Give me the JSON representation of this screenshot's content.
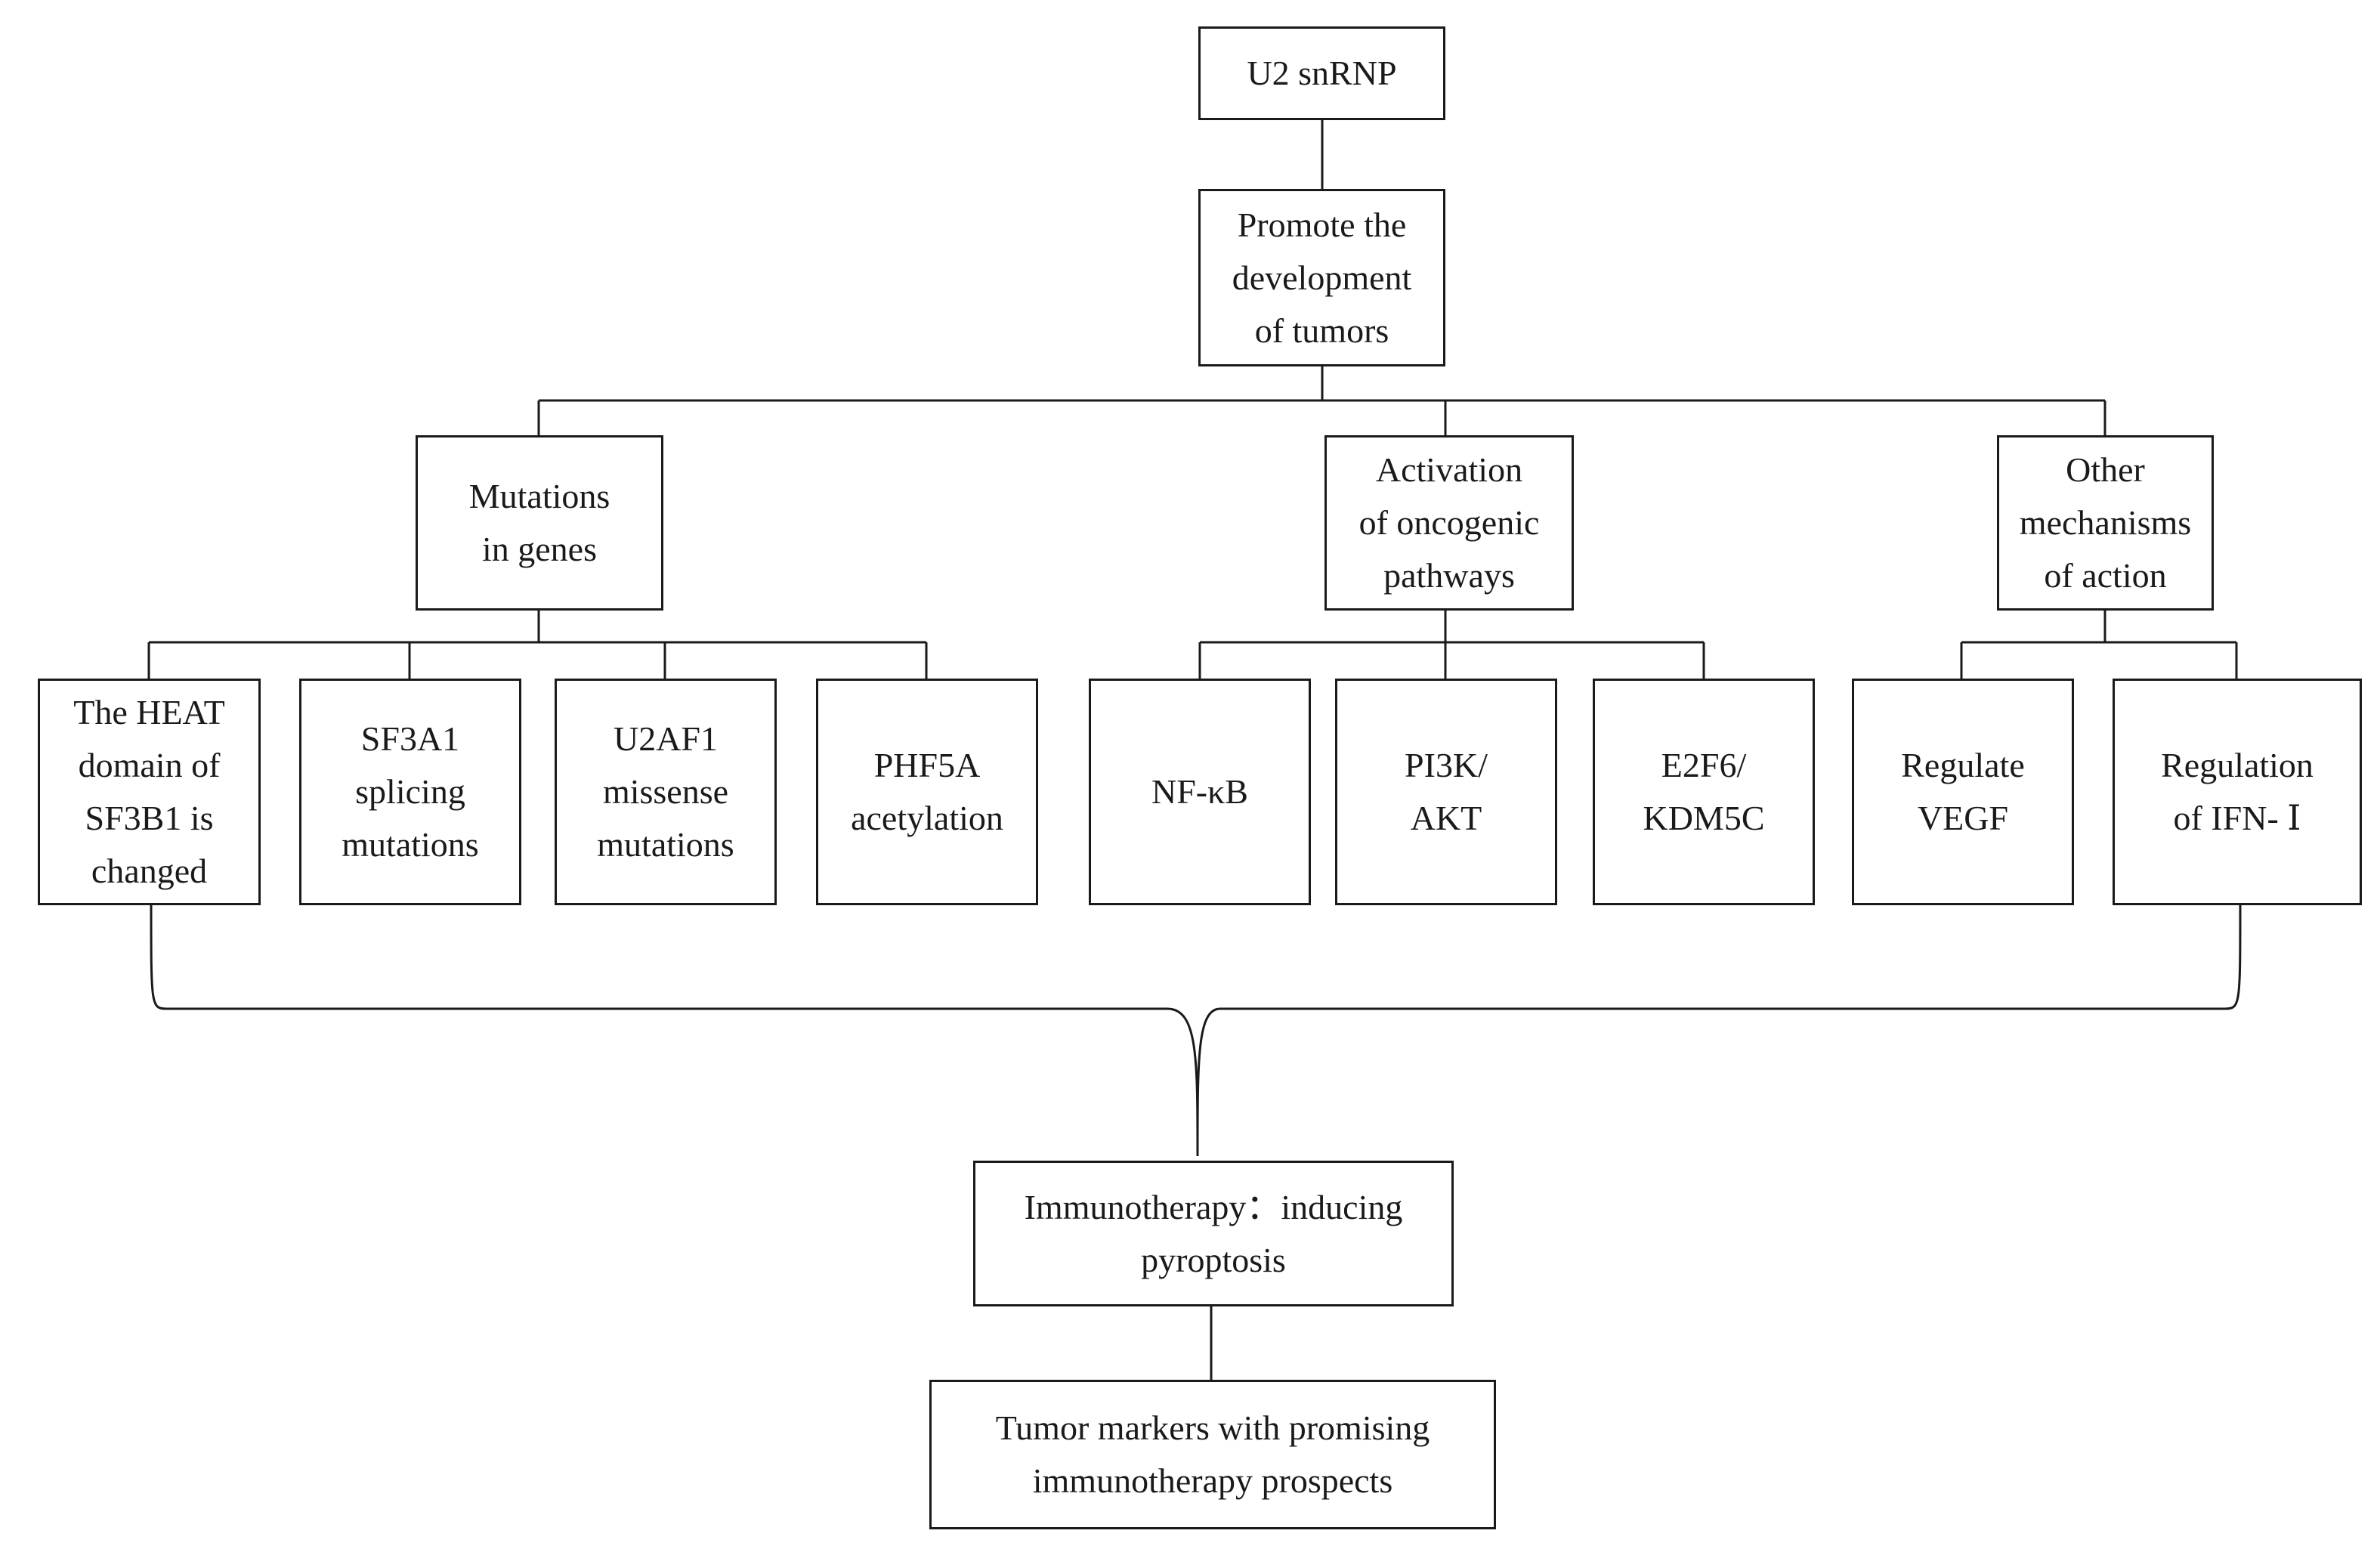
{
  "diagram": {
    "root": "U2 snRNP",
    "effect": "Promote the\ndevelopment\nof tumors",
    "categories": {
      "mutations": {
        "label": "Mutations\nin genes",
        "items": [
          "The HEAT\ndomain of\nSF3B1 is\nchanged",
          "SF3A1\nsplicing\nmutations",
          "U2AF1\nmissense\nmutations",
          "PHF5A\nacetylation"
        ]
      },
      "pathways": {
        "label": "Activation\nof oncogenic\npathways",
        "items": [
          "NF-κB",
          "PI3K/\nAKT",
          "E2F6/\nKDM5C"
        ]
      },
      "other": {
        "label": "Other\nmechanisms\nof action",
        "items": [
          "Regulate\nVEGF",
          "Regulation\nof IFN- Ⅰ"
        ]
      }
    },
    "therapy": "Immunotherapy：inducing\npyroptosis",
    "outcome": "Tumor markers with promising\nimmunotherapy prospects"
  },
  "colors": {
    "stroke": "#1a1a1a",
    "background": "#ffffff"
  }
}
